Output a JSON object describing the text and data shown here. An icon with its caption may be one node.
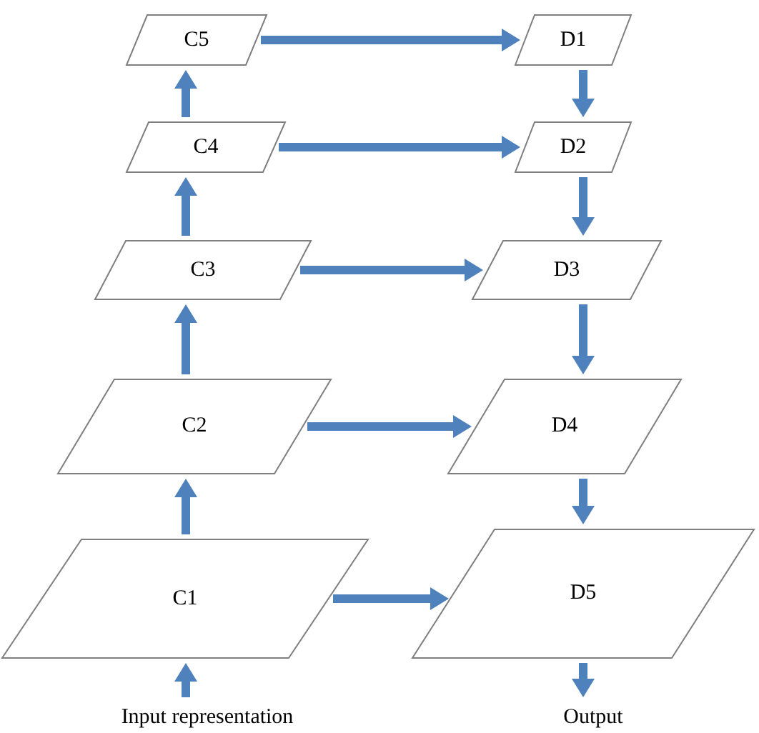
{
  "diagram": {
    "nodes": [
      {
        "text": [
          "C5"
        ]
      },
      {
        "text": [
          "D1"
        ]
      },
      {
        "text": [
          "C4"
        ]
      },
      {
        "text": [
          "D2"
        ]
      },
      {
        "text": [
          "C3"
        ]
      },
      {
        "text": [
          "D3"
        ]
      },
      {
        "text": [
          "C2"
        ]
      },
      {
        "text": [
          "D4"
        ]
      },
      {
        "text": [
          "C1"
        ]
      },
      {
        "text": [
          "D5"
        ]
      },
      {
        "text": [
          "Input representation"
        ]
      },
      {
        "text": [
          "Output"
        ]
      }
    ],
    "edges": [
      {
        "from": 10,
        "to": 8,
        "arrow": "to"
      },
      {
        "from": 8,
        "to": 6,
        "arrow": "to"
      },
      {
        "from": 6,
        "to": 4,
        "arrow": "to"
      },
      {
        "from": 4,
        "to": 2,
        "arrow": "to"
      },
      {
        "from": 2,
        "to": 0,
        "arrow": "to"
      },
      {
        "from": 0,
        "to": 1,
        "arrow": "to"
      },
      {
        "from": 2,
        "to": 3,
        "arrow": "to"
      },
      {
        "from": 4,
        "to": 5,
        "arrow": "to"
      },
      {
        "from": 6,
        "to": 7,
        "arrow": "to"
      },
      {
        "from": 8,
        "to": 9,
        "arrow": "to"
      },
      {
        "from": 1,
        "to": 3,
        "arrow": "to"
      },
      {
        "from": 3,
        "to": 5,
        "arrow": "to"
      },
      {
        "from": 5,
        "to": 7,
        "arrow": "to"
      },
      {
        "from": 7,
        "to": 9,
        "arrow": "to"
      },
      {
        "from": 9,
        "to": 11,
        "arrow": "to"
      }
    ]
  }
}
